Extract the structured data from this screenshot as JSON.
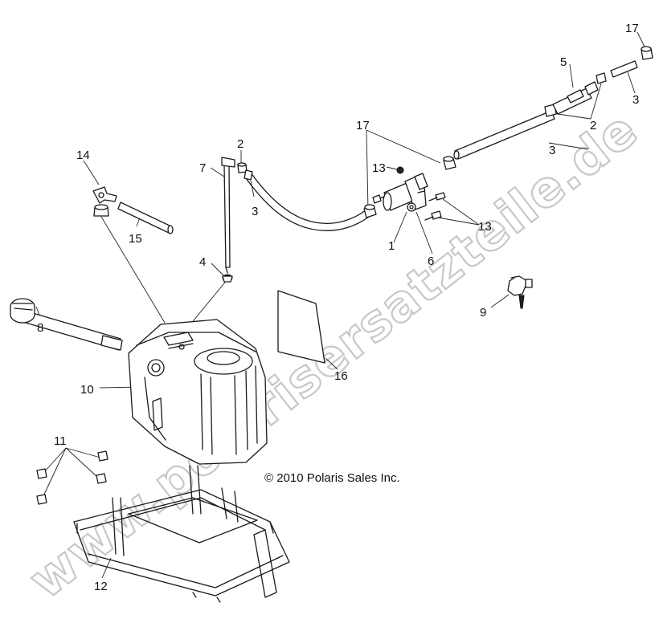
{
  "watermark": "www.polarisersatzteile.de",
  "copyright": "© 2010 Polaris Sales Inc.",
  "callouts": {
    "c1": "1",
    "c2a": "2",
    "c2b": "2",
    "c3a": "3",
    "c3b": "3",
    "c3c": "3",
    "c4": "4",
    "c5": "5",
    "c6": "6",
    "c7": "7",
    "c8": "8",
    "c9": "9",
    "c10": "10",
    "c11": "11",
    "c12": "12",
    "c13a": "13",
    "c13b": "13",
    "c14": "14",
    "c15": "15",
    "c16": "16",
    "c17a": "17",
    "c17b": "17"
  }
}
